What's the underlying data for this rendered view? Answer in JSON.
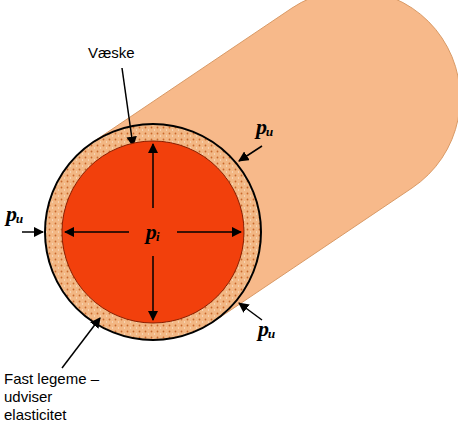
{
  "diagram": {
    "nodes": [
      {
        "text": [
          "pᵢ"
        ]
      }
    ],
    "labels": [
      "Væske",
      "pᵤ",
      "pᵤ",
      "pᵤ",
      "Fast legeme – udviser elasticitet"
    ]
  }
}
